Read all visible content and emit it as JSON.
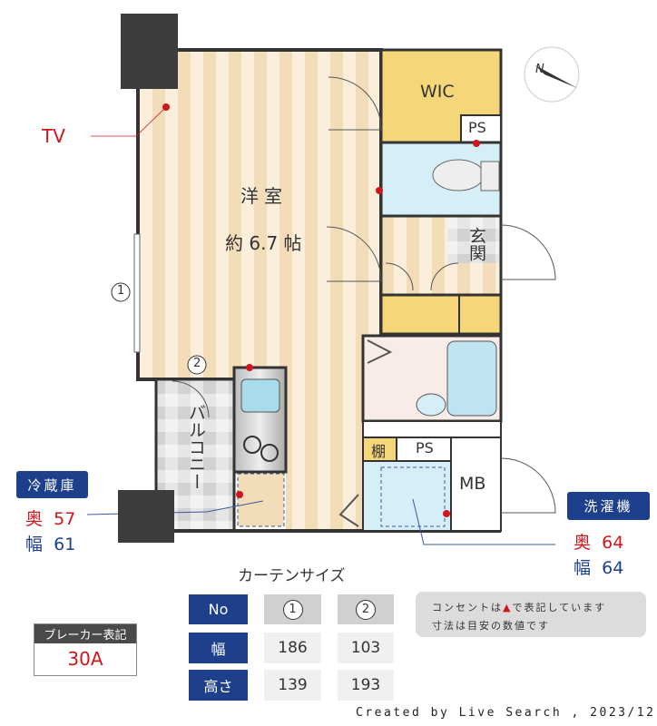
{
  "plan": {
    "tv_label": "TV",
    "room_name": "洋室",
    "room_size": "約 6.7 帖",
    "wic": "WIC",
    "ps_top": "PS",
    "genkan": "玄関",
    "balcony": "バルコニー",
    "shelf": "棚",
    "ps_bottom": "PS",
    "mb": "MB",
    "window_1": "1",
    "window_2": "2"
  },
  "fridge": {
    "title": "冷蔵庫",
    "depth_label": "奥",
    "depth": "57",
    "width_label": "幅",
    "width": "61"
  },
  "washer": {
    "title": "洗濯機",
    "depth_label": "奥",
    "depth": "64",
    "width_label": "幅",
    "width": "64"
  },
  "curtain": {
    "title": "カーテンサイズ",
    "headers": [
      "No",
      "幅",
      "高さ"
    ],
    "columns": [
      {
        "no": "1",
        "width": "186",
        "height": "139"
      },
      {
        "no": "2",
        "width": "103",
        "height": "193"
      }
    ]
  },
  "breaker": {
    "title": "ブレーカー表記",
    "value": "30A"
  },
  "note": {
    "line1_pre": "コンセントは",
    "line1_post": "で表記しています",
    "line2": "寸法は目安の数値です"
  },
  "credit": "Created by Live Search , 2023/12",
  "colors": {
    "navy": "#1d3f8c",
    "red": "#d0151b",
    "gold": "#f5d77a",
    "blue_room": "#d6eef8",
    "stripe_a": "#f3dcb8",
    "stripe_b": "#fbefdc"
  }
}
